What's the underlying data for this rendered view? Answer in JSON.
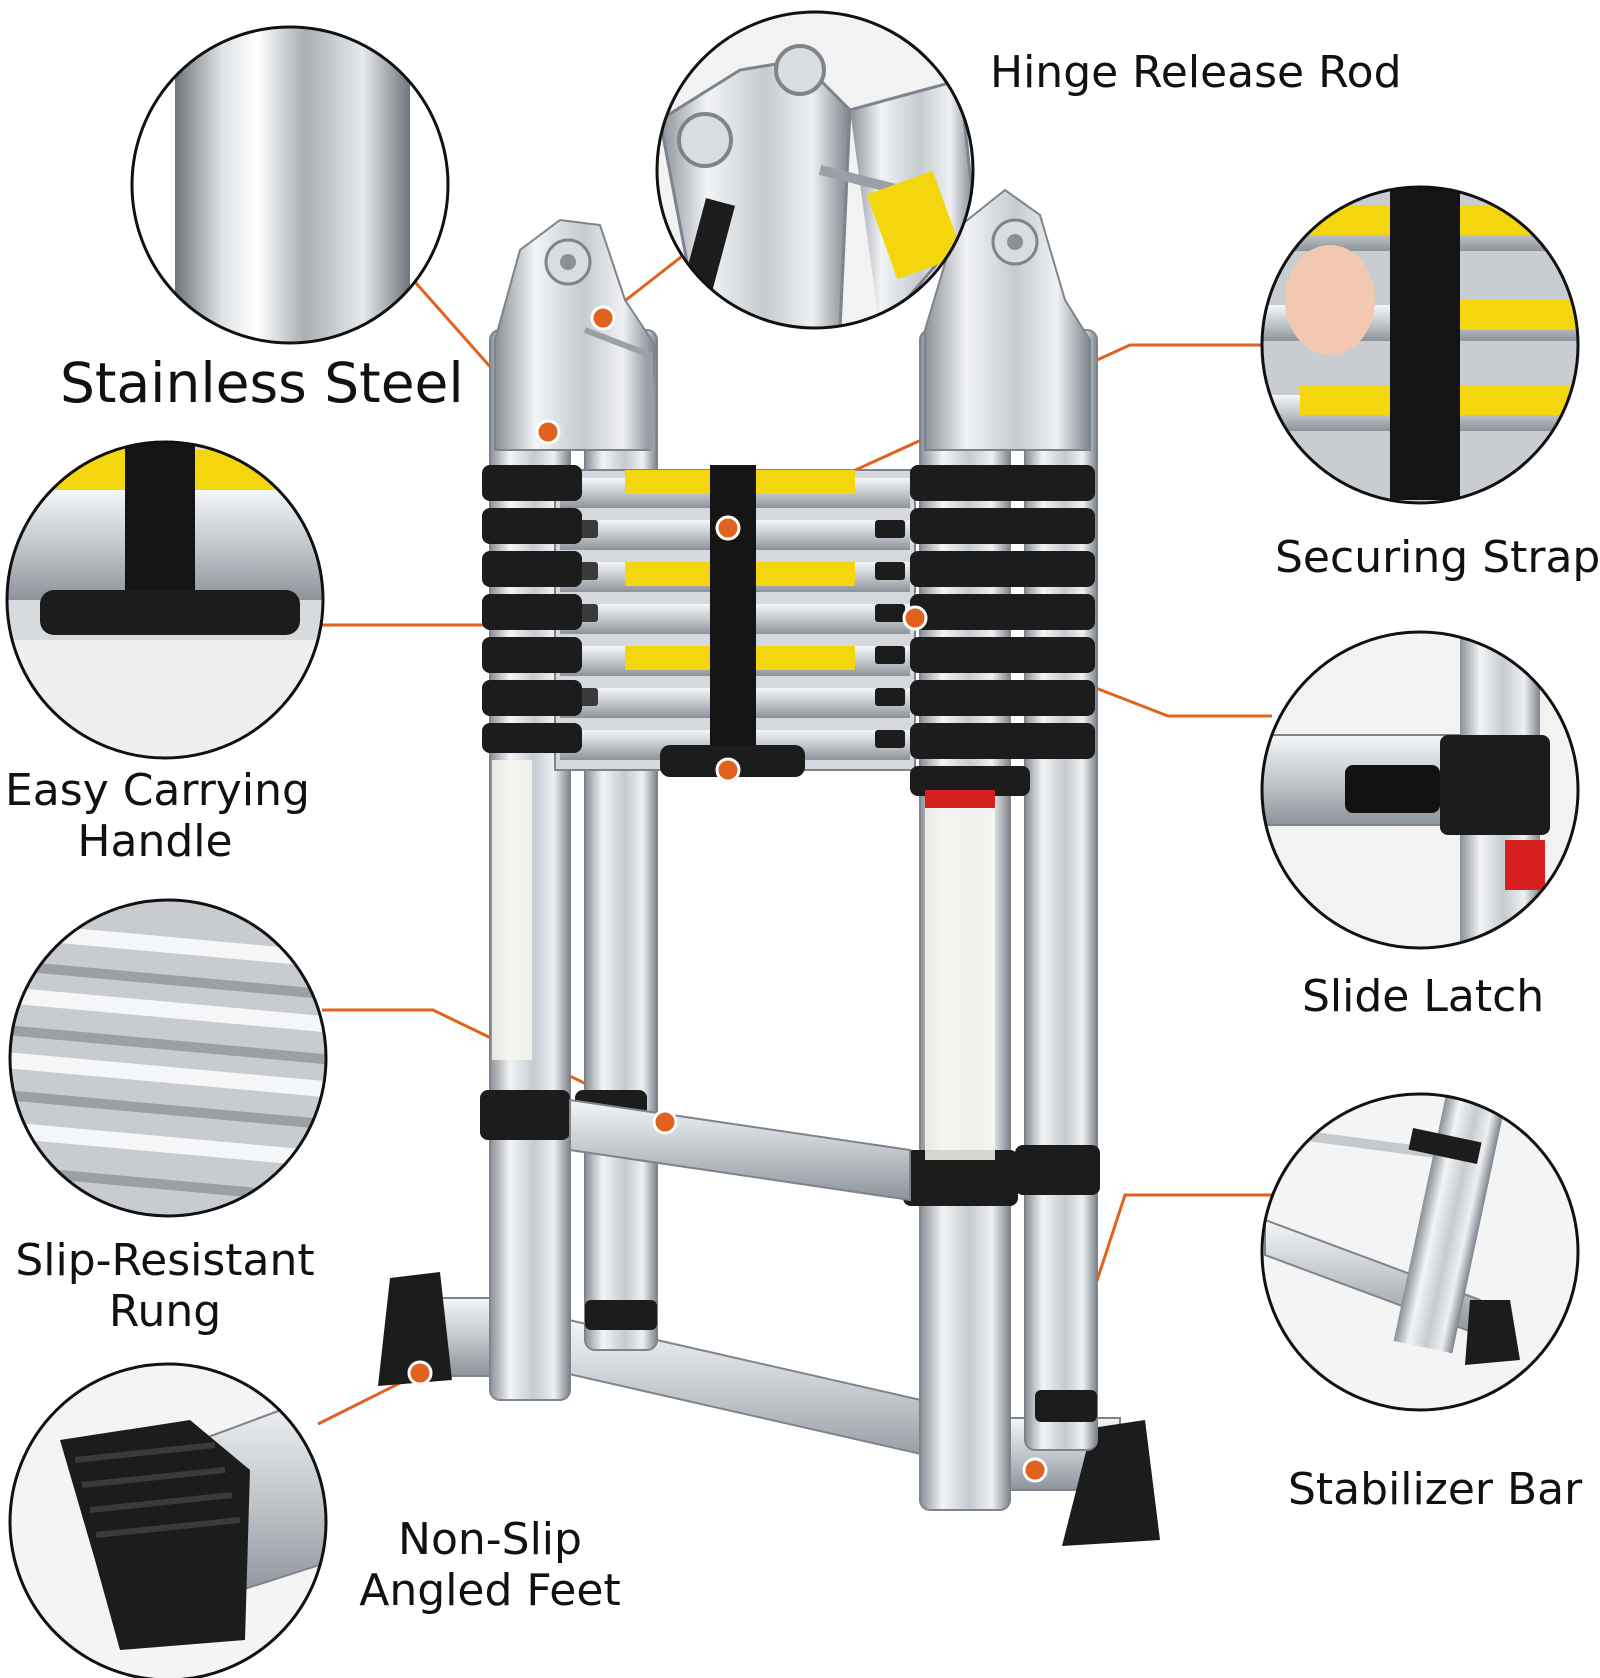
{
  "labels": {
    "hinge_release_rod": "Hinge Release Rod",
    "stainless_steel": "Stainless Steel",
    "securing_strap": "Securing Strap",
    "easy_carrying_handle": [
      "Easy Carrying",
      "Handle"
    ],
    "slide_latch": "Slide Latch",
    "slip_resistant_rung": [
      "Slip-Resistant",
      "Rung"
    ],
    "stabilizer_bar": "Stabilizer Bar",
    "non_slip_angled_feet": [
      "Non-Slip",
      "Angled Feet"
    ]
  },
  "colors": {
    "callout": "#e0621c",
    "aluminium_light": "#eef0f2",
    "aluminium_mid": "#b9bec4",
    "aluminium_dark": "#7d848c",
    "black_part": "#1c1c1c",
    "warning_yellow": "#f4d60f"
  }
}
